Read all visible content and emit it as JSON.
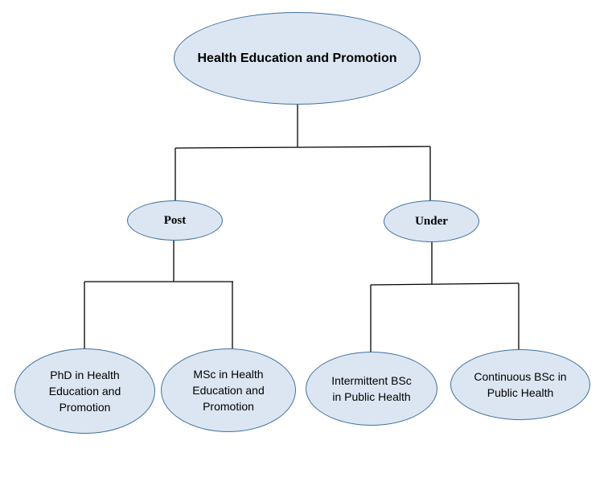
{
  "nodes": {
    "root": "Health Education and Promotion",
    "post": "Post",
    "under": "Under",
    "phd": "PhD in Health Education and Promotion",
    "msc": "MSc in Health Education and Promotion",
    "intermittent": "Intermittent BSc in Public Health",
    "continuous": "Continuous BSc in Public Health"
  },
  "colors": {
    "node_fill": "#dce6f2",
    "node_border": "#41719c",
    "connector": "#000000"
  }
}
